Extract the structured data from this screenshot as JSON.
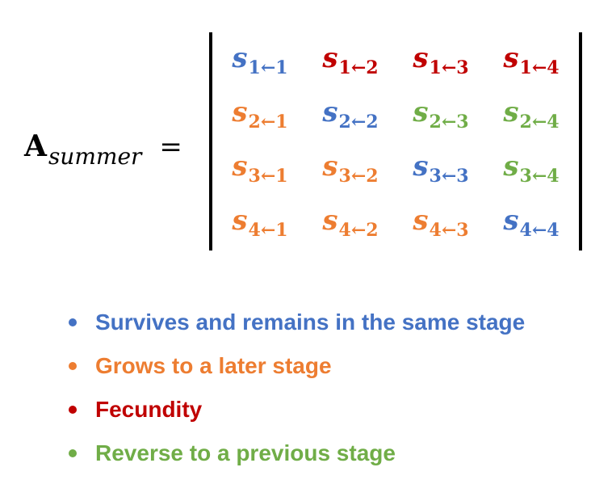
{
  "colors": {
    "blue": "#4472c4",
    "orange": "#ed7d31",
    "red": "#c00000",
    "green": "#70ad47"
  },
  "equation": {
    "lhs_symbol": "A",
    "lhs_subscript": "summer",
    "equals": "=",
    "matrix": [
      [
        {
          "symbol": "s",
          "index": "1←1",
          "color": "#4472c4"
        },
        {
          "symbol": "s",
          "index": "1←2",
          "color": "#c00000"
        },
        {
          "symbol": "s",
          "index": "1←3",
          "color": "#c00000"
        },
        {
          "symbol": "s",
          "index": "1←4",
          "color": "#c00000"
        }
      ],
      [
        {
          "symbol": "s",
          "index": "2←1",
          "color": "#ed7d31"
        },
        {
          "symbol": "s",
          "index": "2←2",
          "color": "#4472c4"
        },
        {
          "symbol": "s",
          "index": "2←3",
          "color": "#70ad47"
        },
        {
          "symbol": "s",
          "index": "2←4",
          "color": "#70ad47"
        }
      ],
      [
        {
          "symbol": "s",
          "index": "3←1",
          "color": "#ed7d31"
        },
        {
          "symbol": "s",
          "index": "3←2",
          "color": "#ed7d31"
        },
        {
          "symbol": "s",
          "index": "3←3",
          "color": "#4472c4"
        },
        {
          "symbol": "s",
          "index": "3←4",
          "color": "#70ad47"
        }
      ],
      [
        {
          "symbol": "s",
          "index": "4←1",
          "color": "#ed7d31"
        },
        {
          "symbol": "s",
          "index": "4←2",
          "color": "#ed7d31"
        },
        {
          "symbol": "s",
          "index": "4←3",
          "color": "#ed7d31"
        },
        {
          "symbol": "s",
          "index": "4←4",
          "color": "#4472c4"
        }
      ]
    ]
  },
  "legend": [
    {
      "text": "Survives and remains in the same stage",
      "color": "#4472c4"
    },
    {
      "text": "Grows to a later stage",
      "color": "#ed7d31"
    },
    {
      "text": "Fecundity",
      "color": "#c00000"
    },
    {
      "text": "Reverse to a previous stage",
      "color": "#70ad47"
    }
  ]
}
